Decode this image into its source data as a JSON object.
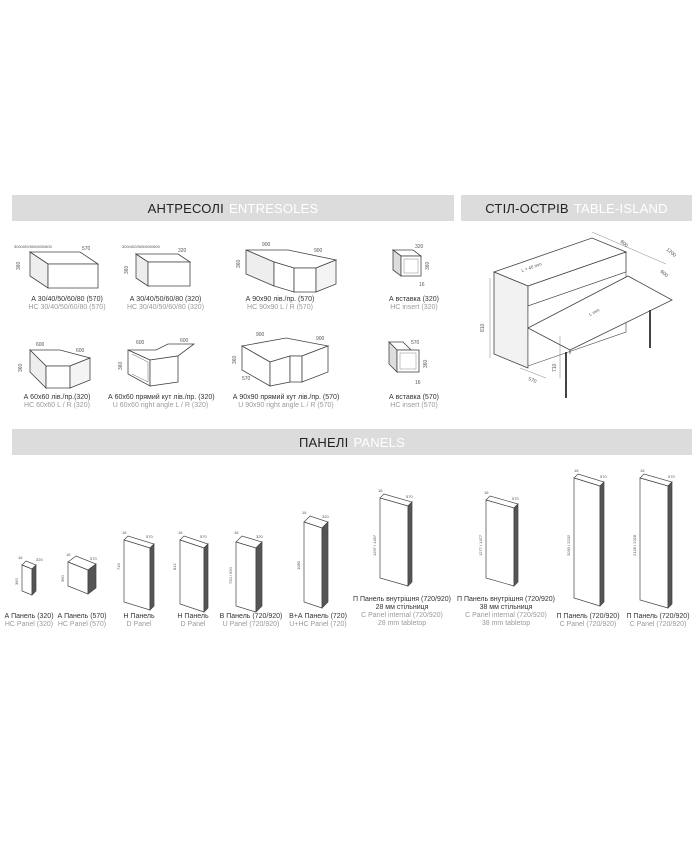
{
  "sections": {
    "entresoles": {
      "ua": "АНТРЕСОЛІ",
      "en": "ENTRESOLES"
    },
    "table_island": {
      "ua": "СТІЛ-ОСТРІВ",
      "en": "TABLE-ISLAND"
    },
    "panels": {
      "ua": "ПАНЕЛІ",
      "en": "PANELS"
    }
  },
  "entresoles": [
    {
      "ua": "А 30/40/50/60/80 (570)",
      "en": "HC 30/40/50/60/80 (570)",
      "dims": [
        "300/400/500/600/800",
        "570",
        "360"
      ]
    },
    {
      "ua": "А 30/40/50/60/80 (320)",
      "en": "HC 30/40/50/60/80 (320)",
      "dims": [
        "300/400/500/600/800",
        "320",
        "360"
      ]
    },
    {
      "ua": "А 90x90 лів./пр. (570)",
      "en": "HC 90x90 L / R (570)",
      "dims": [
        "900",
        "900",
        "360"
      ]
    },
    {
      "ua": "А вставка (320)",
      "en": "HC insert (320)",
      "dims": [
        "320",
        "360",
        "16"
      ]
    },
    {
      "ua": "А 60x60 лів./пр.(320)",
      "en": "HC 60x60 L / R (320)",
      "dims": [
        "600",
        "600",
        "360"
      ]
    },
    {
      "ua": "А 60x60 прямий кут лів./пр. (320)",
      "en": "U 60x60 right angle L / R (320)",
      "dims": [
        "600",
        "600",
        "360"
      ]
    },
    {
      "ua": "А 90x90 прямий кут лів./пр. (570)",
      "en": "U 90x90 right angle L / R (570)",
      "dims": [
        "900",
        "900",
        "360",
        "570"
      ]
    },
    {
      "ua": "А вставка (570)",
      "en": "HC insert (570)",
      "dims": [
        "570",
        "360",
        "16"
      ]
    }
  ],
  "table": {
    "dims": [
      "1200",
      "600",
      "600",
      "L = 40 mm",
      "L mm",
      "810",
      "710",
      "570"
    ]
  },
  "panels": [
    {
      "ua": "А Панель (320)",
      "en": "HC Panel (320)",
      "dims": [
        "16",
        "320",
        "360"
      ]
    },
    {
      "ua": "А Панель (570)",
      "en": "HC Panel (570)",
      "dims": [
        "16",
        "570",
        "360"
      ]
    },
    {
      "ua": "Н Панель",
      "en": "D Panel",
      "dims": [
        "16",
        "570",
        "716"
      ]
    },
    {
      "ua": "Н Панель",
      "en": "D Panel",
      "dims": [
        "16",
        "570",
        "812"
      ]
    },
    {
      "ua": "В Панель (720/920)",
      "en": "U Panel (720/920)",
      "dims": [
        "16",
        "320",
        "720 / 920"
      ]
    },
    {
      "ua": "В+А Панель (720)",
      "en": "U+HC Panel (720)",
      "dims": [
        "16",
        "320",
        "1080"
      ]
    },
    {
      "ua": "П Панель внутрішня (720/920)",
      "ua2": "28 мм стільниця",
      "en": "C Panel internal (720/920)",
      "en2": "28 mm tabletop",
      "dims": [
        "16",
        "570",
        "1297 / 1497"
      ]
    },
    {
      "ua": "П Панель внутрішня (720/920)",
      "ua2": "38 мм стільниця",
      "en": "C Panel internal (720/920)",
      "en2": "38 mm tabletop",
      "dims": [
        "16",
        "570",
        "1277 / 1477"
      ]
    },
    {
      "ua": "П Панель (720/920)",
      "en": "C Panel (720/920)",
      "dims": [
        "16",
        "570",
        "2030 / 2232"
      ]
    },
    {
      "ua": "П Панель (720/920)",
      "en": "C Panel (720/920)",
      "dims": [
        "16",
        "570",
        "2128 / 2328"
      ]
    }
  ]
}
